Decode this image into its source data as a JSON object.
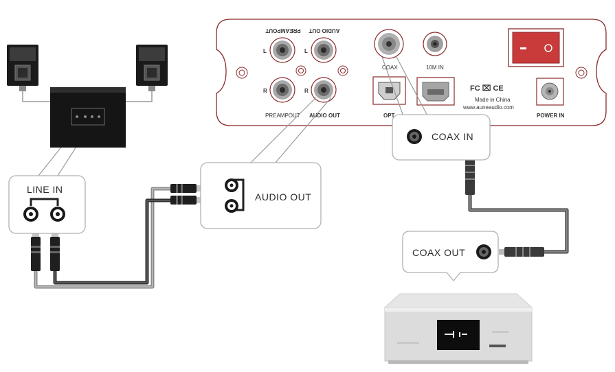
{
  "dac_panel": {
    "preampout_top": "PREAMPOUT",
    "audio_out_top": "AUDIO OUT",
    "left_channel": "L",
    "right_channel": "R",
    "preampout_bottom": "PREAMPOUT",
    "audio_out_bottom": "AUDIO OUT",
    "coax": "COAX",
    "ten_m_in": "10M IN",
    "opt": "OPT",
    "made_in": "Made in China",
    "website": "www.auneaudio.com",
    "power_in": "POWER IN",
    "cert_marks": "FC ⌧ CE"
  },
  "callouts": {
    "line_in": "LINE IN",
    "audio_out": "AUDIO OUT",
    "coax_in": "COAX IN",
    "coax_out": "COAX OUT"
  },
  "colors": {
    "panel_outline": "#8b2a2a",
    "cable": "#4a4a4a",
    "callout_border": "#b0b0b0"
  }
}
